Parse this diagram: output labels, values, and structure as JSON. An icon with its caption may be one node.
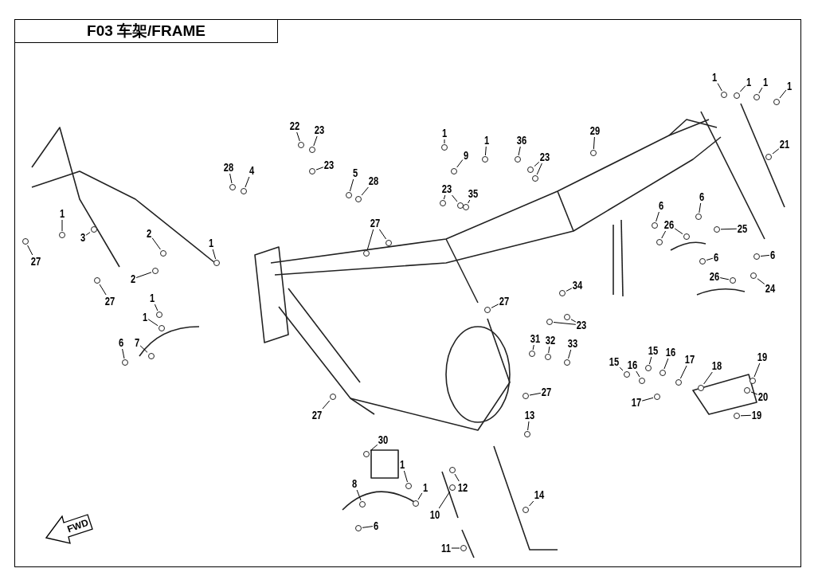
{
  "diagram": {
    "title": "F03 车架/FRAME",
    "nodes": [
      {
        "text": [
          "1"
        ]
      },
      {
        "text": [
          "27"
        ]
      },
      {
        "text": [
          "3"
        ]
      },
      {
        "text": [
          "2"
        ]
      },
      {
        "text": [
          "2"
        ]
      },
      {
        "text": [
          "1"
        ]
      },
      {
        "text": [
          "27"
        ]
      },
      {
        "text": [
          "28"
        ]
      },
      {
        "text": [
          "4"
        ]
      },
      {
        "text": [
          "22"
        ]
      },
      {
        "text": [
          "23"
        ]
      },
      {
        "text": [
          "23"
        ]
      },
      {
        "text": [
          "5"
        ]
      },
      {
        "text": [
          "28"
        ]
      },
      {
        "text": [
          "27"
        ]
      },
      {
        "text": [
          "1"
        ]
      },
      {
        "text": [
          "9"
        ]
      },
      {
        "text": [
          "1"
        ]
      },
      {
        "text": [
          "36"
        ]
      },
      {
        "text": [
          "23"
        ]
      },
      {
        "text": [
          "23"
        ]
      },
      {
        "text": [
          "35"
        ]
      },
      {
        "text": [
          "29"
        ]
      },
      {
        "text": [
          "1"
        ]
      },
      {
        "text": [
          "1"
        ]
      },
      {
        "text": [
          "1"
        ]
      },
      {
        "text": [
          "1"
        ]
      },
      {
        "text": [
          "21"
        ]
      },
      {
        "text": [
          "6"
        ]
      },
      {
        "text": [
          "6"
        ]
      },
      {
        "text": [
          "26"
        ]
      },
      {
        "text": [
          "25"
        ]
      },
      {
        "text": [
          "6"
        ]
      },
      {
        "text": [
          "6"
        ]
      },
      {
        "text": [
          "26"
        ]
      },
      {
        "text": [
          "24"
        ]
      },
      {
        "text": [
          "34"
        ]
      },
      {
        "text": [
          "23"
        ]
      },
      {
        "text": [
          "27"
        ]
      },
      {
        "text": [
          "31"
        ]
      },
      {
        "text": [
          "32"
        ]
      },
      {
        "text": [
          "33"
        ]
      },
      {
        "text": [
          "15"
        ]
      },
      {
        "text": [
          "16"
        ]
      },
      {
        "text": [
          "15"
        ]
      },
      {
        "text": [
          "16"
        ]
      },
      {
        "text": [
          "17"
        ]
      },
      {
        "text": [
          "18"
        ]
      },
      {
        "text": [
          "19"
        ]
      },
      {
        "text": [
          "20"
        ]
      },
      {
        "text": [
          "17"
        ]
      },
      {
        "text": [
          "19"
        ]
      },
      {
        "text": [
          "27"
        ]
      },
      {
        "text": [
          "27"
        ]
      },
      {
        "text": [
          "13"
        ]
      },
      {
        "text": [
          "30"
        ]
      },
      {
        "text": [
          "1"
        ]
      },
      {
        "text": [
          "1"
        ]
      },
      {
        "text": [
          "8"
        ]
      },
      {
        "text": [
          "12"
        ]
      },
      {
        "text": [
          "14"
        ]
      },
      {
        "text": [
          "10"
        ]
      },
      {
        "text": [
          "11"
        ]
      },
      {
        "text": [
          "6"
        ]
      },
      {
        "text": [
          "1"
        ]
      },
      {
        "text": [
          "1"
        ]
      },
      {
        "text": [
          "6"
        ]
      },
      {
        "text": [
          "7"
        ]
      },
      {
        "text": [],
        "shape": "circle"
      },
      {
        "text": [],
        "shape": "circle"
      },
      {
        "text": [],
        "shape": "circle"
      },
      {
        "text": [],
        "shape": "circle"
      },
      {
        "text": [],
        "shape": "circle"
      },
      {
        "text": [],
        "shape": "circle"
      },
      {
        "text": [],
        "shape": "circle"
      },
      {
        "text": [],
        "shape": "circle"
      },
      {
        "text": [],
        "shape": "circle"
      },
      {
        "text": [],
        "shape": "circle"
      },
      {
        "text": [],
        "shape": "circle"
      },
      {
        "text": [],
        "shape": "circle"
      },
      {
        "text": [],
        "shape": "circle"
      },
      {
        "text": [],
        "shape": "circle"
      },
      {
        "text": [],
        "shape": "circle"
      },
      {
        "text": [],
        "shape": "circle"
      },
      {
        "text": [],
        "shape": "circle"
      },
      {
        "text": [],
        "shape": "circle"
      },
      {
        "text": [],
        "shape": "circle"
      },
      {
        "text": [],
        "shape": "circle"
      },
      {
        "text": [],
        "shape": "circle"
      },
      {
        "text": [],
        "shape": "circle"
      },
      {
        "text": [],
        "shape": "circle"
      },
      {
        "text": [],
        "shape": "circle"
      },
      {
        "text": [],
        "shape": "circle"
      },
      {
        "text": [],
        "shape": "circle"
      },
      {
        "text": [],
        "shape": "circle"
      },
      {
        "text": [],
        "shape": "circle"
      },
      {
        "text": [],
        "shape": "circle"
      },
      {
        "text": [],
        "shape": "circle"
      },
      {
        "text": [],
        "shape": "circle"
      },
      {
        "text": [],
        "shape": "circle"
      },
      {
        "text": [],
        "shape": "circle"
      },
      {
        "text": [],
        "shape": "circle"
      },
      {
        "text": [],
        "shape": "circle"
      },
      {
        "text": [],
        "shape": "circle"
      },
      {
        "text": [],
        "shape": "circle"
      },
      {
        "text": [],
        "shape": "circle"
      },
      {
        "text": [],
        "shape": "circle"
      },
      {
        "text": [],
        "shape": "circle"
      },
      {
        "text": [],
        "shape": "circle"
      },
      {
        "text": [],
        "shape": "circle"
      },
      {
        "text": [],
        "shape": "circle"
      },
      {
        "text": [],
        "shape": "circle"
      },
      {
        "text": [],
        "shape": "circle"
      },
      {
        "text": [],
        "shape": "circle"
      },
      {
        "text": [],
        "shape": "circle"
      },
      {
        "text": [],
        "shape": "circle"
      },
      {
        "text": [],
        "shape": "circle"
      },
      {
        "text": [],
        "shape": "circle"
      },
      {
        "text": [],
        "shape": "circle"
      },
      {
        "text": [],
        "shape": "circle"
      },
      {
        "text": [],
        "shape": "circle"
      },
      {
        "text": [],
        "shape": "circle"
      },
      {
        "text": [],
        "shape": "circle"
      },
      {
        "text": [],
        "shape": "circle"
      },
      {
        "text": [],
        "shape": "circle"
      },
      {
        "text": [],
        "shape": "circle"
      },
      {
        "text": [],
        "shape": "circle"
      },
      {
        "text": [],
        "shape": "circle"
      },
      {
        "text": [],
        "shape": "circle"
      },
      {
        "text": [],
        "shape": "circle"
      },
      {
        "text": [],
        "shape": "circle"
      },
      {
        "text": [],
        "shape": "circle"
      },
      {
        "text": [],
        "shape": "circle"
      },
      {
        "text": [],
        "shape": "circle"
      },
      {
        "text": [],
        "shape": "circle"
      },
      {
        "text": [],
        "shape": "circle"
      },
      {
        "text": [],
        "shape": "circle"
      },
      {
        "text": [],
        "shape": "circle"
      },
      {
        "text": [],
        "shape": "circle"
      },
      {
        "text": [],
        "shape": "circle"
      },
      {
        "text": [],
        "shape": "circle"
      }
    ],
    "edges": [
      {
        "from": 0,
        "to": 68,
        "arrow": "none"
      },
      {
        "from": 1,
        "to": 69,
        "arrow": "none"
      },
      {
        "from": 2,
        "to": 70,
        "arrow": "none"
      },
      {
        "from": 3,
        "to": 71,
        "arrow": "none"
      },
      {
        "from": 4,
        "to": 72,
        "arrow": "none"
      },
      {
        "from": 5,
        "to": 73,
        "arrow": "none"
      },
      {
        "from": 6,
        "to": 74,
        "arrow": "none"
      },
      {
        "from": 7,
        "to": 75,
        "arrow": "none"
      },
      {
        "from": 8,
        "to": 76,
        "arrow": "none"
      },
      {
        "from": 9,
        "to": 77,
        "arrow": "none"
      },
      {
        "from": 10,
        "to": 78,
        "arrow": "none"
      },
      {
        "from": 11,
        "to": 79,
        "arrow": "none"
      },
      {
        "from": 12,
        "to": 80,
        "arrow": "none"
      },
      {
        "from": 13,
        "to": 81,
        "arrow": "none"
      },
      {
        "from": 14,
        "to": 82,
        "arrow": "none"
      },
      {
        "from": 14,
        "to": 83,
        "arrow": "none"
      },
      {
        "from": 15,
        "to": 84,
        "arrow": "none"
      },
      {
        "from": 16,
        "to": 85,
        "arrow": "none"
      },
      {
        "from": 17,
        "to": 86,
        "arrow": "none"
      },
      {
        "from": 18,
        "to": 87,
        "arrow": "none"
      },
      {
        "from": 19,
        "to": 88,
        "arrow": "none"
      },
      {
        "from": 19,
        "to": 89,
        "arrow": "none"
      },
      {
        "from": 20,
        "to": 90,
        "arrow": "none"
      },
      {
        "from": 20,
        "to": 91,
        "arrow": "none"
      },
      {
        "from": 21,
        "to": 92,
        "arrow": "none"
      },
      {
        "from": 22,
        "to": 93,
        "arrow": "none"
      },
      {
        "from": 23,
        "to": 94,
        "arrow": "none"
      },
      {
        "from": 24,
        "to": 95,
        "arrow": "none"
      },
      {
        "from": 25,
        "to": 96,
        "arrow": "none"
      },
      {
        "from": 26,
        "to": 97,
        "arrow": "none"
      },
      {
        "from": 27,
        "to": 98,
        "arrow": "none"
      },
      {
        "from": 28,
        "to": 99,
        "arrow": "none"
      },
      {
        "from": 29,
        "to": 100,
        "arrow": "none"
      },
      {
        "from": 30,
        "to": 101,
        "arrow": "none"
      },
      {
        "from": 30,
        "to": 102,
        "arrow": "none"
      },
      {
        "from": 31,
        "to": 103,
        "arrow": "none"
      },
      {
        "from": 32,
        "to": 104,
        "arrow": "none"
      },
      {
        "from": 33,
        "to": 105,
        "arrow": "none"
      },
      {
        "from": 34,
        "to": 106,
        "arrow": "none"
      },
      {
        "from": 35,
        "to": 107,
        "arrow": "none"
      },
      {
        "from": 36,
        "to": 108,
        "arrow": "none"
      },
      {
        "from": 37,
        "to": 109,
        "arrow": "none"
      },
      {
        "from": 37,
        "to": 110,
        "arrow": "none"
      },
      {
        "from": 38,
        "to": 111,
        "arrow": "none"
      },
      {
        "from": 39,
        "to": 112,
        "arrow": "none"
      },
      {
        "from": 40,
        "to": 113,
        "arrow": "none"
      },
      {
        "from": 41,
        "to": 114,
        "arrow": "none"
      },
      {
        "from": 42,
        "to": 115,
        "arrow": "none"
      },
      {
        "from": 43,
        "to": 116,
        "arrow": "none"
      },
      {
        "from": 44,
        "to": 117,
        "arrow": "none"
      },
      {
        "from": 45,
        "to": 118,
        "arrow": "none"
      },
      {
        "from": 46,
        "to": 119,
        "arrow": "none"
      },
      {
        "from": 47,
        "to": 120,
        "arrow": "none"
      },
      {
        "from": 48,
        "to": 121,
        "arrow": "none"
      },
      {
        "from": 49,
        "to": 122,
        "arrow": "none"
      },
      {
        "from": 50,
        "to": 123,
        "arrow": "none"
      },
      {
        "from": 51,
        "to": 124,
        "arrow": "none"
      },
      {
        "from": 52,
        "to": 125,
        "arrow": "none"
      },
      {
        "from": 53,
        "to": 126,
        "arrow": "none"
      },
      {
        "from": 54,
        "to": 127,
        "arrow": "none"
      },
      {
        "from": 55,
        "to": 128,
        "arrow": "none"
      },
      {
        "from": 56,
        "to": 129,
        "arrow": "none"
      },
      {
        "from": 57,
        "to": 130,
        "arrow": "none"
      },
      {
        "from": 58,
        "to": 131,
        "arrow": "none"
      },
      {
        "from": 59,
        "to": 132,
        "arrow": "none"
      },
      {
        "from": 60,
        "to": 133,
        "arrow": "none"
      },
      {
        "from": 61,
        "to": 134,
        "arrow": "none"
      },
      {
        "from": 62,
        "to": 135,
        "arrow": "none"
      },
      {
        "from": 63,
        "to": 136,
        "arrow": "none"
      },
      {
        "from": 64,
        "to": 137,
        "arrow": "none"
      },
      {
        "from": 65,
        "to": 138,
        "arrow": "none"
      },
      {
        "from": 66,
        "to": 139,
        "arrow": "none"
      },
      {
        "from": 67,
        "to": 140,
        "arrow": "none"
      }
    ],
    "labels": [
      "FWD"
    ]
  }
}
